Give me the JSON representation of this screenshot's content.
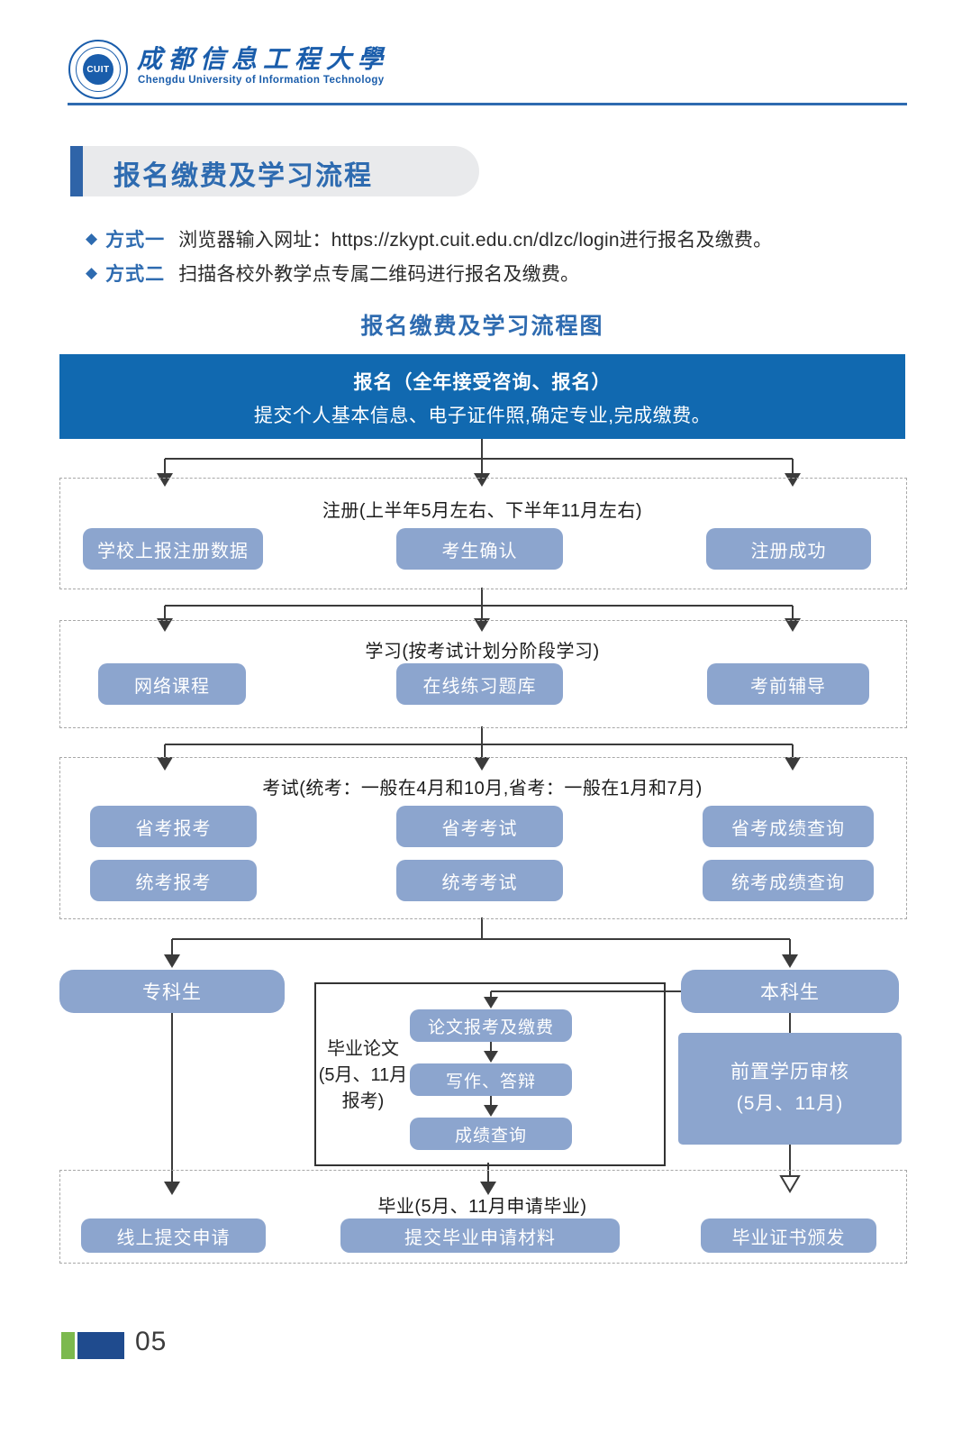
{
  "header": {
    "logo_text": "CUIT",
    "university_cn": "成都信息工程大學",
    "university_en": "Chengdu University of Information Technology"
  },
  "intro": {
    "section_title": "报名缴费及学习流程",
    "methods": [
      {
        "label": "方式一",
        "prefix": "浏览器输入网址：",
        "url": "https://zkypt.cuit.edu.cn/dlzc/login",
        "suffix": "进行报名及缴费。"
      },
      {
        "label": "方式二",
        "text": "扫描各校外教学点专属二维码进行报名及缴费。"
      }
    ]
  },
  "diagram": {
    "title": "报名缴费及学习流程图"
  },
  "flow": {
    "start": {
      "line1": "报名（全年接受咨询、报名）",
      "line2": "提交个人基本信息、电子证件照,确定专业,完成缴费。"
    },
    "sections": [
      {
        "title": "注册(上半年5月左右、下半年11月左右)",
        "nodes": [
          "学校上报注册数据",
          "考生确认",
          "注册成功"
        ]
      },
      {
        "title": "学习(按考试计划分阶段学习)",
        "nodes": [
          "网络课程",
          "在线练习题库",
          "考前辅导"
        ]
      },
      {
        "title": "考试(统考：一般在4月和10月,省考：一般在1月和7月)",
        "rows": [
          [
            "省考报考",
            "省考考试",
            "省考成绩查询"
          ],
          [
            "统考报考",
            "统考考试",
            "统考成绩查询"
          ]
        ]
      }
    ],
    "branch": {
      "left": "专科生",
      "right": "本科生"
    },
    "thesis": {
      "label_line1": "毕业论文",
      "label_line2": "(5月、11月",
      "label_line3": "报考)",
      "steps": [
        "论文报考及缴费",
        "写作、答辩",
        "成绩查询"
      ]
    },
    "prereq": {
      "line1": "前置学历审核",
      "line2": "(5月、11月)"
    },
    "grad": {
      "title": "毕业(5月、11月申请毕业)",
      "nodes": [
        "线上提交申请",
        "提交毕业申请材料",
        "毕业证书颁发"
      ]
    },
    "colors": {
      "primary_blue": "#1169b0",
      "node_blue": "#8ca5ce",
      "title_blue": "#2e6bb0",
      "connector_dark": "#3b3b3b",
      "footer_green": "#7cb94e",
      "footer_navy": "#1f4b8e"
    }
  },
  "footer": {
    "page_number": "05"
  }
}
